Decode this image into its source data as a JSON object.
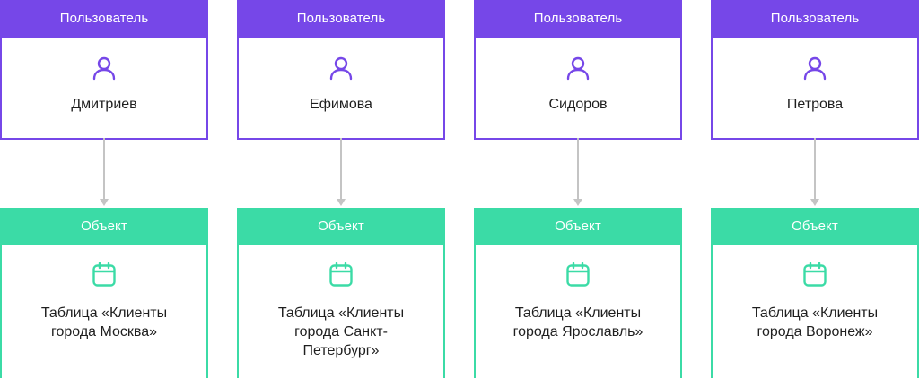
{
  "columns": [
    {
      "user_header": "Пользователь",
      "user_name": "Дмитриев",
      "object_header": "Объект",
      "object_name": "Таблица «Клиенты города Москва»"
    },
    {
      "user_header": "Пользователь",
      "user_name": "Ефимова",
      "object_header": "Объект",
      "object_name": "Таблица «Клиенты города Санкт-Петербург»"
    },
    {
      "user_header": "Пользователь",
      "user_name": "Сидоров",
      "object_header": "Объект",
      "object_name": "Таблица «Клиенты города Ярославль»"
    },
    {
      "user_header": "Пользователь",
      "user_name": "Петрова",
      "object_header": "Объект",
      "object_name": "Таблица «Клиенты города Воронеж»"
    }
  ],
  "colors": {
    "user_accent": "#7647e8",
    "object_accent": "#3bdba6",
    "connector": "#c4c4c4"
  },
  "icons": {
    "user": "user-icon",
    "object": "calendar-icon"
  }
}
